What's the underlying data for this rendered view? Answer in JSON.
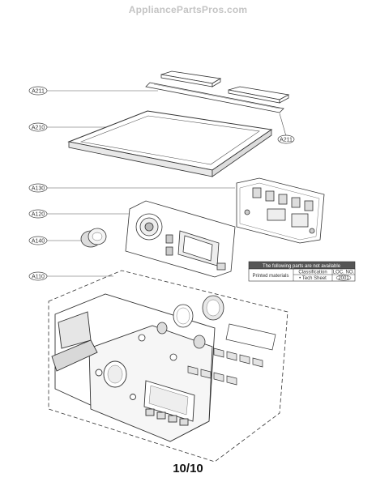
{
  "header": {
    "watermark": "AppliancePartsPros.com"
  },
  "callouts": [
    {
      "id": "a211",
      "label": "A211"
    },
    {
      "id": "a210",
      "label": "A210"
    },
    {
      "id": "a211-right",
      "label": "A211"
    },
    {
      "id": "a130",
      "label": "A130"
    },
    {
      "id": "a120",
      "label": "A120"
    },
    {
      "id": "a140",
      "label": "A140"
    },
    {
      "id": "a110",
      "label": "A110"
    }
  ],
  "reference_box": {
    "header": "The following parts are not available",
    "row_label": "Printed materials",
    "col_classification": "Classification",
    "col_loc": "LOC. NO.",
    "item_classification": "• Tech Sheet",
    "item_loc": "2001"
  },
  "footer": {
    "page": "10/10"
  },
  "colors": {
    "line": "#333333",
    "watermark": "#c4c4c4",
    "header_fill": "#555555"
  }
}
